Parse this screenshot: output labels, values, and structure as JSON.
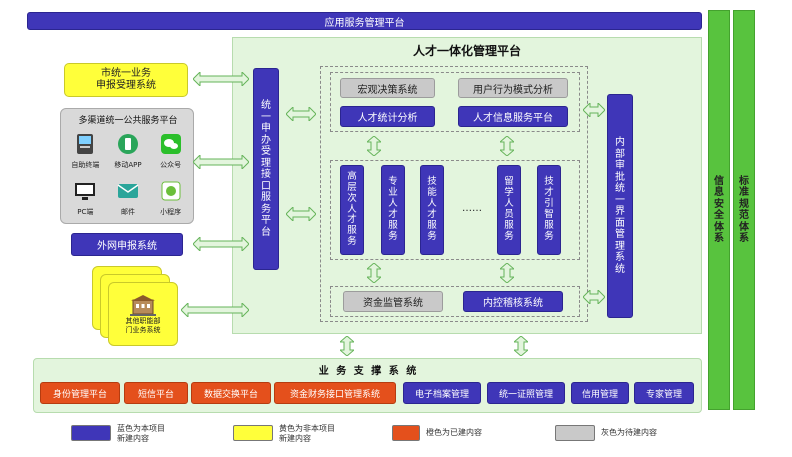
{
  "top_banner": "应用服务管理平台",
  "platform_title": "人才一体化管理平台",
  "left": {
    "box1": "市统一业务\n申报受理系统",
    "box2_title": "多渠道统一公共服务平台",
    "channels": [
      "自助终端",
      "移动APP",
      "公众号",
      "PC端",
      "邮件",
      "小程序"
    ],
    "box3": "外网申报系统",
    "box4": "其他职能部\n门业务系统"
  },
  "unified_interface": "统一申办受理接口服务平台",
  "top_modules": {
    "row1": [
      "宏观决策系统",
      "用户行为模式分析"
    ],
    "row2": [
      "人才统计分析",
      "人才信息服务平台"
    ]
  },
  "services": [
    "高层次人才服务",
    "专业人才服务",
    "技能人才服务",
    "……",
    "留学人员服务",
    "技才引智服务"
  ],
  "bottom_modules": [
    "资金监管系统",
    "内控稽核系统"
  ],
  "internal_approval": "内部审批统一界面管理系统",
  "right_bars": [
    "信息安全体系",
    "标准规范体系"
  ],
  "support": {
    "title": "业 务 支 撑 系 统",
    "orange_items": [
      "身份管理平台",
      "短信平台",
      "数据交换平台",
      "资金财务接口管理系统"
    ],
    "purple_items": [
      "电子档案管理",
      "统一证照管理",
      "信用管理",
      "专家管理"
    ]
  },
  "legend": [
    {
      "color": "#3f36b8",
      "text": "蓝色为本项目\n新建内容"
    },
    {
      "color": "#ffff3a",
      "text": "黄色为非本项目\n新建内容"
    },
    {
      "color": "#e4501c",
      "text": "橙色为已建内容"
    },
    {
      "color": "#c9c9c9",
      "text": "灰色为待建内容"
    }
  ]
}
